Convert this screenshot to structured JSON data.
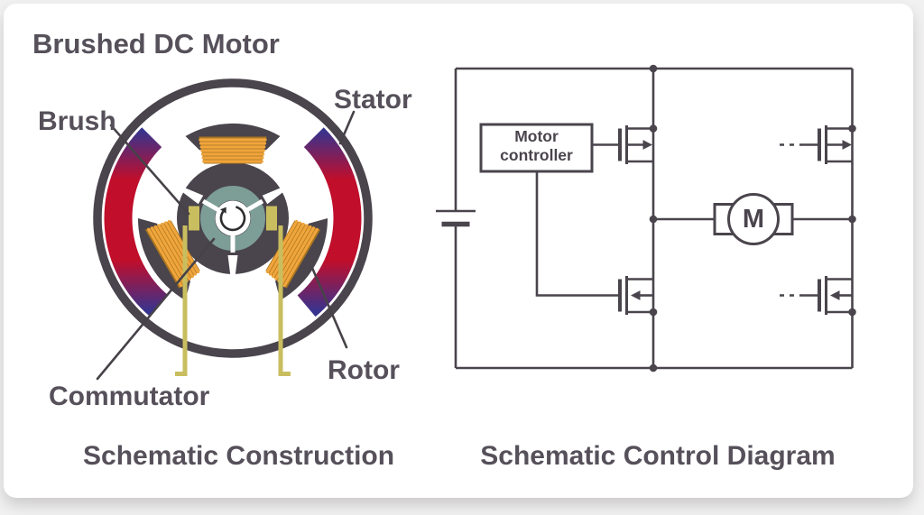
{
  "colors": {
    "line": "#4a444c",
    "text": "#56505a",
    "magnet_red": "#c00e2b",
    "magnet_blue": "#38338e",
    "coil_orange": "#f0a53c",
    "coil_dark": "#a87520",
    "commutator_teal": "#7d9d97",
    "brush_olive": "#c9be5f",
    "background": "#ffffff"
  },
  "left_panel": {
    "title": "Brushed DC Motor",
    "caption": "Schematic Construction",
    "labels": {
      "brush": "Brush",
      "stator": "Stator",
      "commutator": "Commutator",
      "rotor": "Rotor"
    }
  },
  "right_panel": {
    "caption": "Schematic Control Diagram",
    "controller": {
      "line1": "Motor",
      "line2": "controller"
    },
    "motor_symbol": "M"
  }
}
